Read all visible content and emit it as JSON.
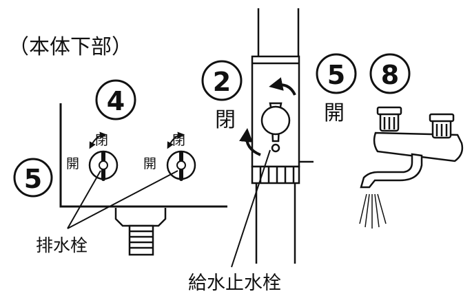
{
  "section_label": "（本体下部）",
  "steps": {
    "step2": "2",
    "step4": "4",
    "step5_left": "5",
    "step5_right": "5",
    "step8": "8"
  },
  "labels": {
    "close": "閉",
    "open": "開",
    "drain_plug": "排水栓",
    "supply_stop_valve": "給水止水栓"
  },
  "colors": {
    "ink": "#111111",
    "background": "#ffffff"
  }
}
